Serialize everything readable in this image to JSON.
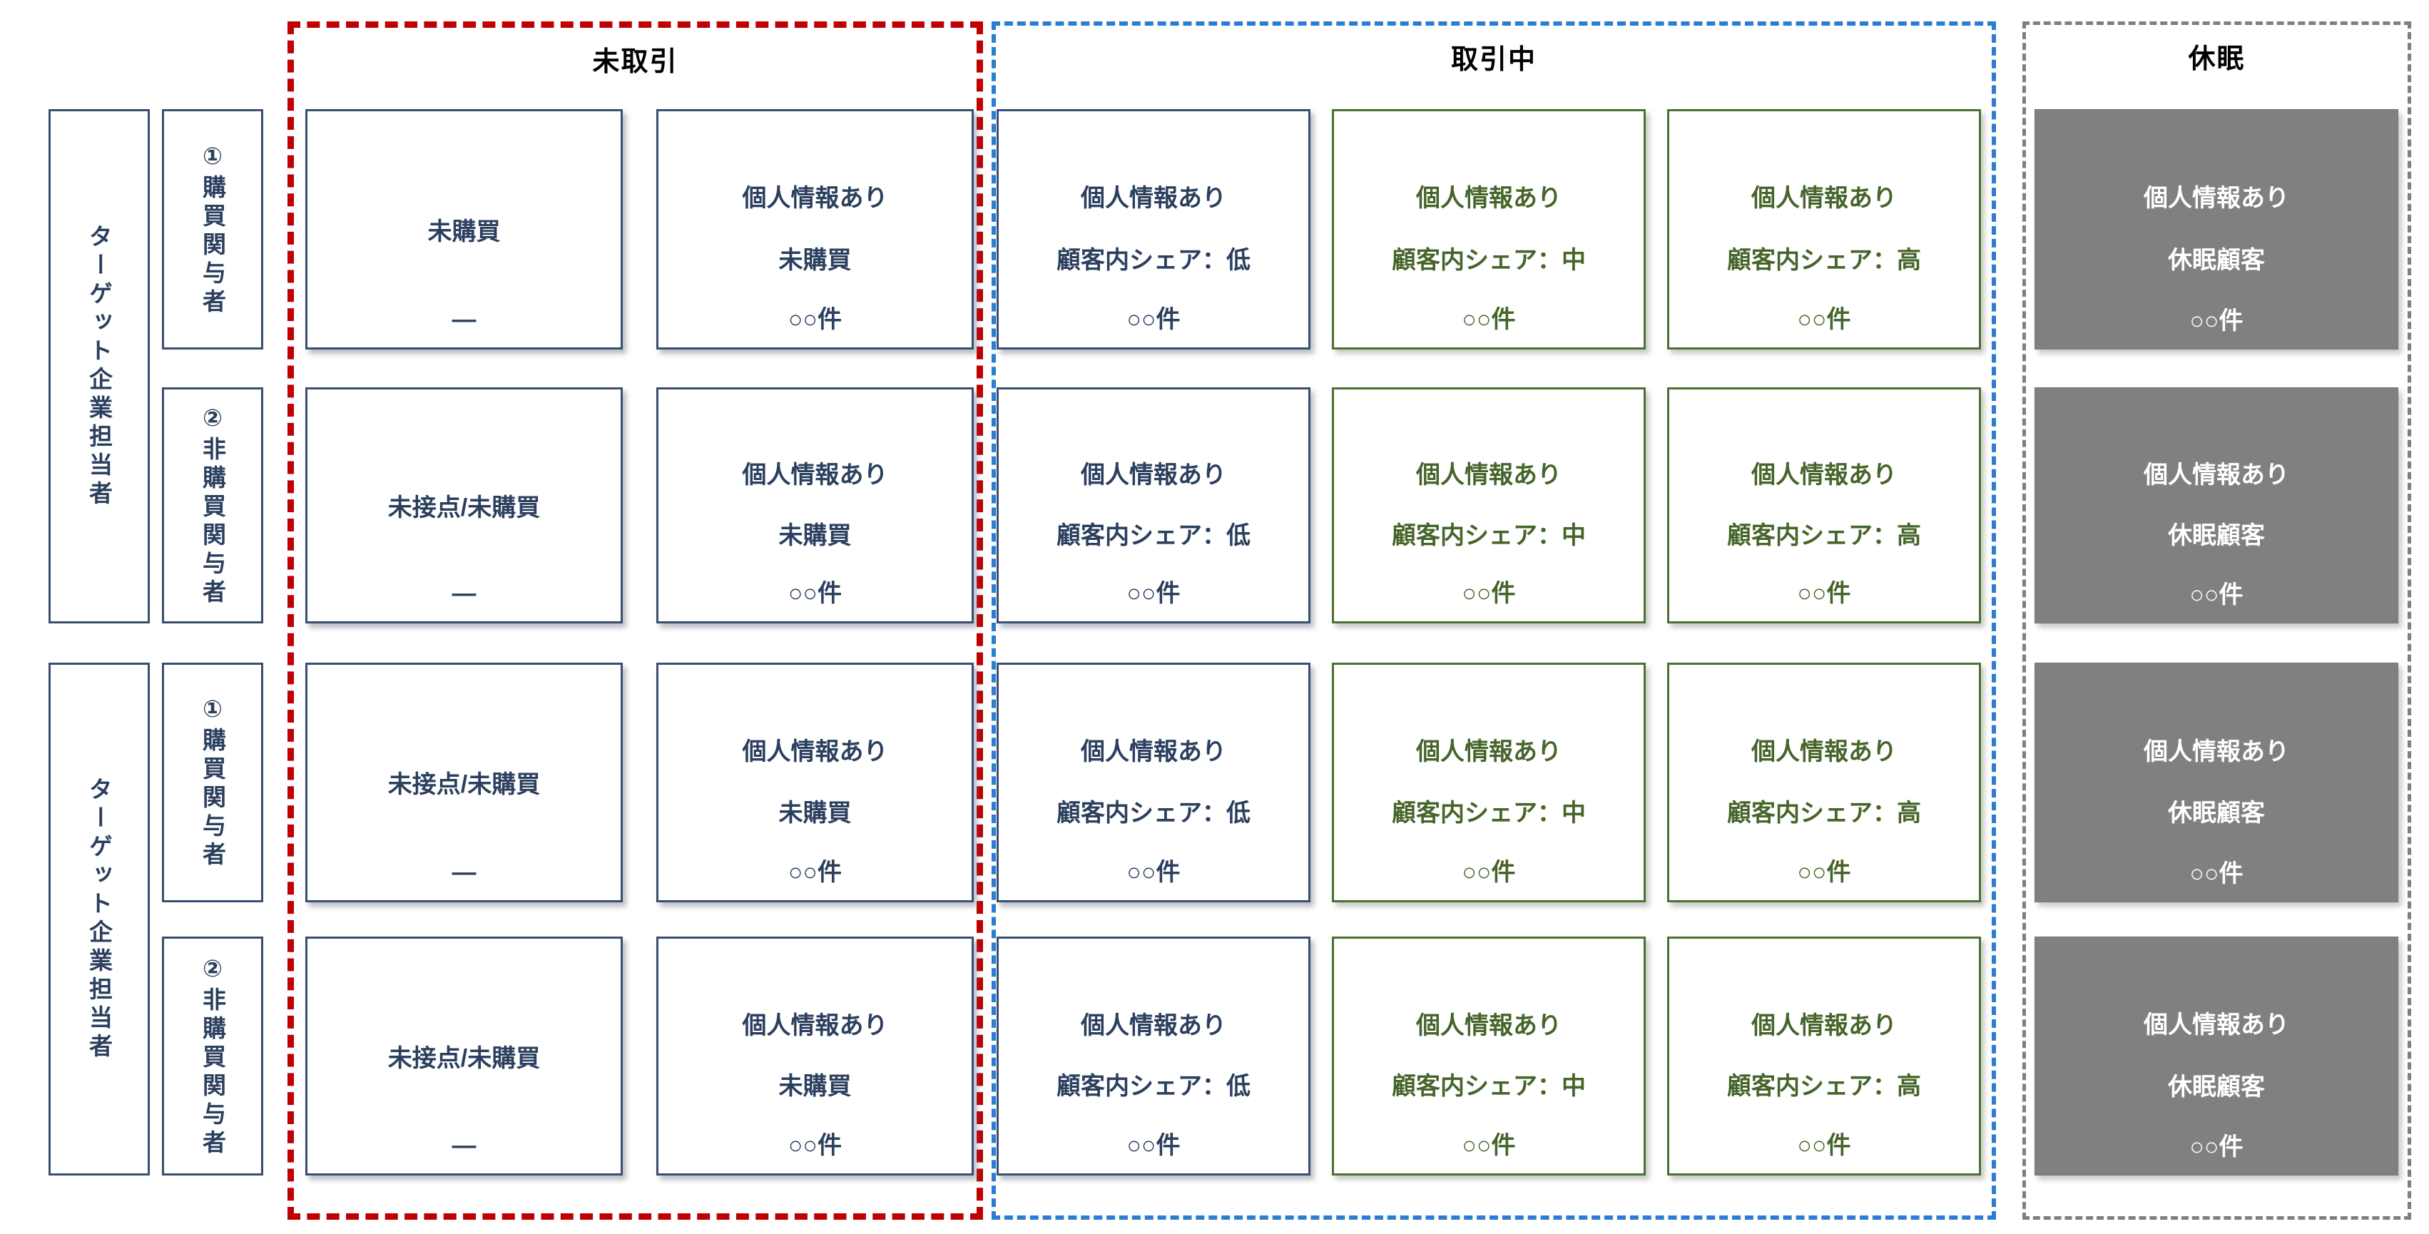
{
  "colors": {
    "untraded_frame": "#C00000",
    "trading_frame": "#2B7CD3",
    "dormant_frame": "#7F7F7F",
    "navy_text": "#2B3F5E",
    "navy_border": "#3A4E70",
    "green_text": "#46652A",
    "green_border": "#4C7031",
    "gray_fill": "#808080",
    "title_text": "#000000"
  },
  "column_groups": [
    {
      "id": "untraded",
      "label": "未取引"
    },
    {
      "id": "trading",
      "label": "取引中"
    },
    {
      "id": "dormant",
      "label": "休眠"
    }
  ],
  "row_groups": [
    {
      "label": "ターゲット企業担当者",
      "rows": [
        {
          "label": "①購買関与者"
        },
        {
          "label": "②非購買関与者"
        }
      ]
    },
    {
      "label": "ターゲット企業担当者",
      "rows": [
        {
          "label": "①購買関与者"
        },
        {
          "label": "②非購買関与者"
        }
      ]
    }
  ],
  "grid": {
    "rows": [
      {
        "cells": [
          {
            "style": "navy",
            "lines": [
              "未購買"
            ],
            "count": "—"
          },
          {
            "style": "navy",
            "lines": [
              "個人情報あり",
              "未購買"
            ],
            "count": "○○件"
          },
          {
            "style": "navy",
            "lines": [
              "個人情報あり",
              "顧客内シェア：低"
            ],
            "count": "○○件"
          },
          {
            "style": "green",
            "lines": [
              "個人情報あり",
              "顧客内シェア：中"
            ],
            "count": "○○件"
          },
          {
            "style": "green",
            "lines": [
              "個人情報あり",
              "顧客内シェア：高"
            ],
            "count": "○○件"
          },
          {
            "style": "gray",
            "lines": [
              "個人情報あり",
              "休眠顧客"
            ],
            "count": "○○件"
          }
        ]
      },
      {
        "cells": [
          {
            "style": "navy",
            "lines": [
              "未接点/未購買"
            ],
            "count": "—"
          },
          {
            "style": "navy",
            "lines": [
              "個人情報あり",
              "未購買"
            ],
            "count": "○○件"
          },
          {
            "style": "navy",
            "lines": [
              "個人情報あり",
              "顧客内シェア：低"
            ],
            "count": "○○件"
          },
          {
            "style": "green",
            "lines": [
              "個人情報あり",
              "顧客内シェア：中"
            ],
            "count": "○○件"
          },
          {
            "style": "green",
            "lines": [
              "個人情報あり",
              "顧客内シェア：高"
            ],
            "count": "○○件"
          },
          {
            "style": "gray",
            "lines": [
              "個人情報あり",
              "休眠顧客"
            ],
            "count": "○○件"
          }
        ]
      },
      {
        "cells": [
          {
            "style": "navy",
            "lines": [
              "未接点/未購買"
            ],
            "count": "—"
          },
          {
            "style": "navy",
            "lines": [
              "個人情報あり",
              "未購買"
            ],
            "count": "○○件"
          },
          {
            "style": "navy",
            "lines": [
              "個人情報あり",
              "顧客内シェア：低"
            ],
            "count": "○○件"
          },
          {
            "style": "green",
            "lines": [
              "個人情報あり",
              "顧客内シェア：中"
            ],
            "count": "○○件"
          },
          {
            "style": "green",
            "lines": [
              "個人情報あり",
              "顧客内シェア：高"
            ],
            "count": "○○件"
          },
          {
            "style": "gray",
            "lines": [
              "個人情報あり",
              "休眠顧客"
            ],
            "count": "○○件"
          }
        ]
      },
      {
        "cells": [
          {
            "style": "navy",
            "lines": [
              "未接点/未購買"
            ],
            "count": "—"
          },
          {
            "style": "navy",
            "lines": [
              "個人情報あり",
              "未購買"
            ],
            "count": "○○件"
          },
          {
            "style": "navy",
            "lines": [
              "個人情報あり",
              "顧客内シェア：低"
            ],
            "count": "○○件"
          },
          {
            "style": "green",
            "lines": [
              "個人情報あり",
              "顧客内シェア：中"
            ],
            "count": "○○件"
          },
          {
            "style": "green",
            "lines": [
              "個人情報あり",
              "顧客内シェア：高"
            ],
            "count": "○○件"
          },
          {
            "style": "gray",
            "lines": [
              "個人情報あり",
              "休眠顧客"
            ],
            "count": "○○件"
          }
        ]
      }
    ]
  }
}
